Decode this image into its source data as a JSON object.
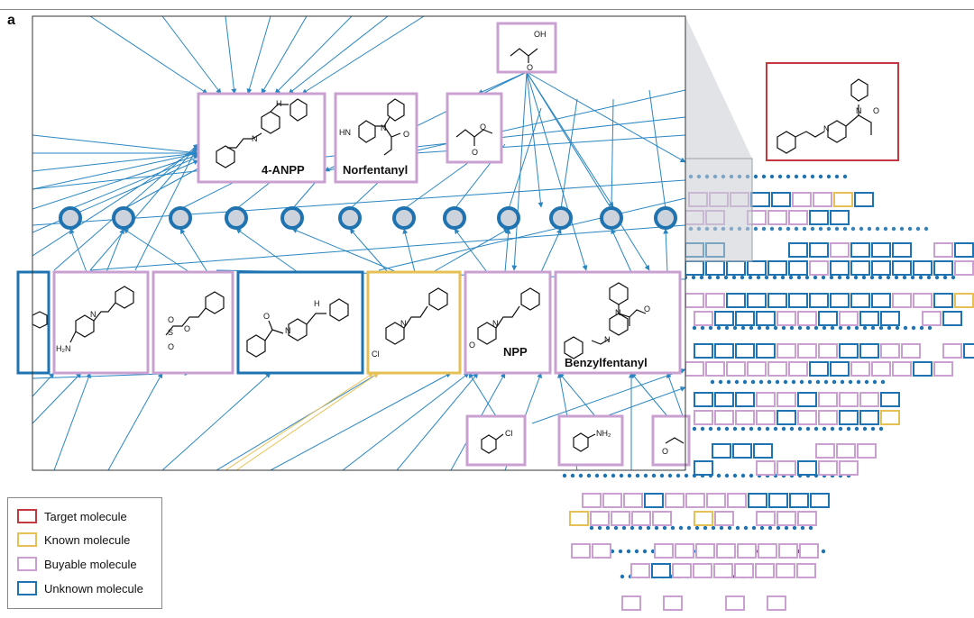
{
  "panel_label": "a",
  "colors": {
    "target": "#c2393f",
    "known": "#e6c054",
    "buyable": "#c9a0d0",
    "unknown": "#1f73b0",
    "edge": "#2a86c2",
    "edge_known": "#ecc35a",
    "node_fill": "#cdd3dc",
    "node_stroke": "#1f73b0"
  },
  "molecules": {
    "anpp": "4-ANPP",
    "norfentanyl": "Norfentanyl",
    "npp": "NPP",
    "benzylfentanyl": "Benzylfentanyl"
  },
  "atoms": {
    "oh": "OH",
    "nh": "H",
    "n": "N",
    "o": "O",
    "hn": "HN",
    "h2n": "H₂N",
    "s": "S",
    "cl": "Cl",
    "nh2": "NH₂"
  },
  "legend": [
    {
      "label": "Target molecule",
      "color_key": "target"
    },
    {
      "label": "Known molecule",
      "color_key": "known"
    },
    {
      "label": "Buyable molecule",
      "color_key": "buyable"
    },
    {
      "label": "Unknown molecule",
      "color_key": "unknown"
    }
  ]
}
